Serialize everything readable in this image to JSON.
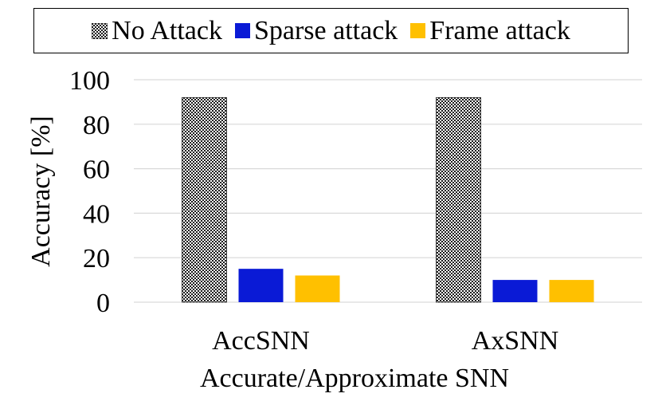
{
  "chart_data": {
    "type": "bar",
    "title": "",
    "xlabel": "Accurate/Approximate SNN",
    "ylabel": "Accuracy [%]",
    "ylim": [
      0,
      100
    ],
    "yticks": [
      "0",
      "20",
      "40",
      "60",
      "80",
      "100"
    ],
    "categories": [
      "AccSNN",
      "AxSNN"
    ],
    "grid": true,
    "legend_position": "top",
    "series": [
      {
        "name": "No Attack",
        "values": [
          92,
          92
        ],
        "color": "#1a1a1a",
        "pattern": "checker"
      },
      {
        "name": "Sparse attack",
        "values": [
          15,
          10
        ],
        "color": "#0a1ad6"
      },
      {
        "name": "Frame attack",
        "values": [
          12,
          10
        ],
        "color": "#ffc000"
      }
    ]
  }
}
